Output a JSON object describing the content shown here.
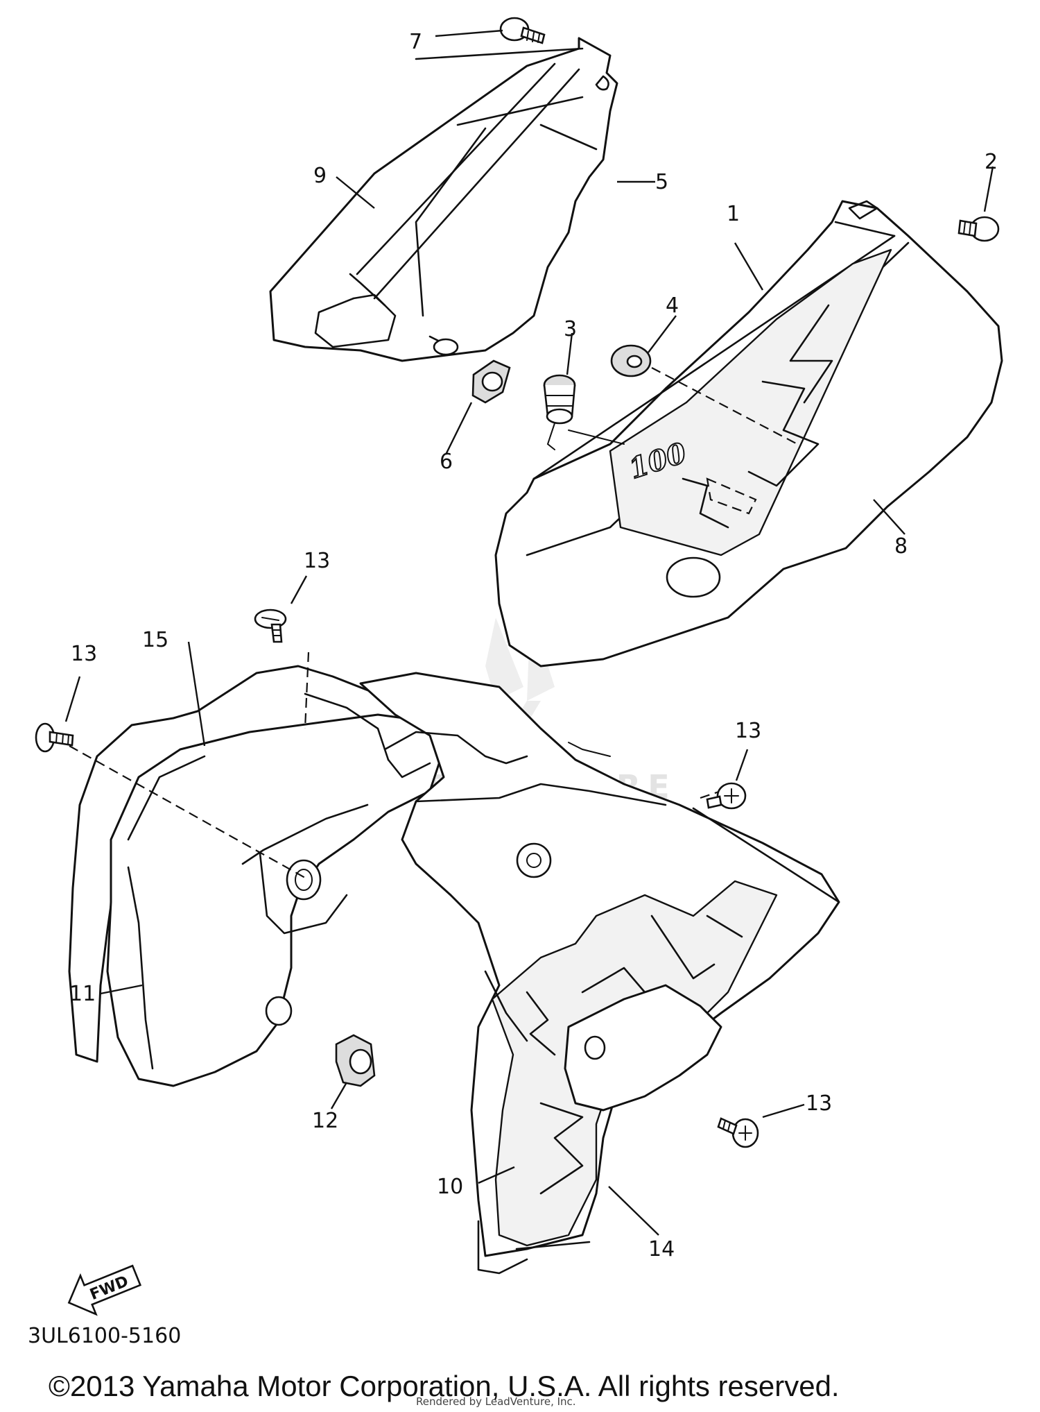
{
  "diagram": {
    "part_code": "3UL6100-5160",
    "copyright": "©2013 Yamaha Motor Corporation, U.S.A. All rights reserved.",
    "rendered_by": "Rendered by LeadVenture, Inc.",
    "watermark": "LEADVENTURE",
    "direction_label": "FWD",
    "decal_number": "100",
    "callouts": [
      {
        "id": "c1",
        "label": "1"
      },
      {
        "id": "c2",
        "label": "2"
      },
      {
        "id": "c3",
        "label": "3"
      },
      {
        "id": "c4",
        "label": "4"
      },
      {
        "id": "c5",
        "label": "5"
      },
      {
        "id": "c6",
        "label": "6"
      },
      {
        "id": "c7",
        "label": "7"
      },
      {
        "id": "c8",
        "label": "8"
      },
      {
        "id": "c9",
        "label": "9"
      },
      {
        "id": "c10",
        "label": "10"
      },
      {
        "id": "c11",
        "label": "11"
      },
      {
        "id": "c12",
        "label": "12"
      },
      {
        "id": "c13a",
        "label": "13"
      },
      {
        "id": "c13b",
        "label": "13"
      },
      {
        "id": "c13c",
        "label": "13"
      },
      {
        "id": "c13d",
        "label": "13"
      },
      {
        "id": "c14",
        "label": "14"
      },
      {
        "id": "c15",
        "label": "15"
      }
    ]
  }
}
